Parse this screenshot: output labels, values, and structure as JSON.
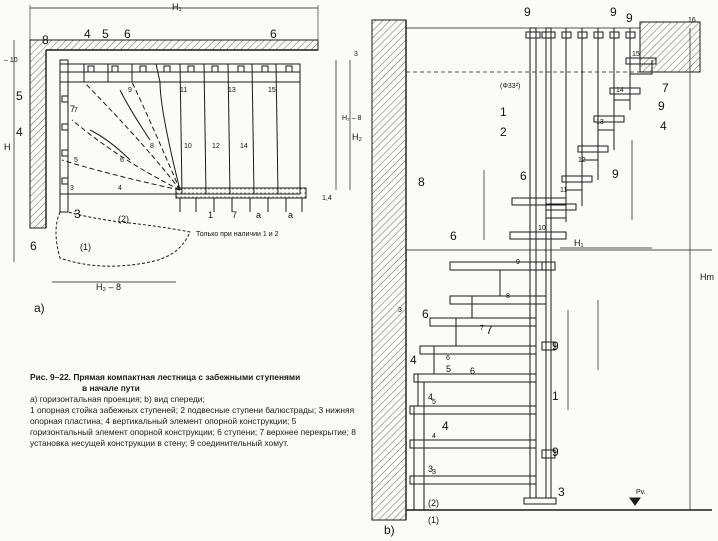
{
  "figure_a": {
    "label": "a)",
    "dims": {
      "top": "H₁",
      "bottom": "H₂ – 8",
      "left": "H",
      "right": "H₂ – 8",
      "right2": "H₂",
      "minus10": "– 10",
      "three": "3",
      "fourteen": "1,4"
    },
    "numbers": {
      "n8": "8",
      "n4": "4",
      "n5": "5",
      "n6a": "6",
      "n6b": "6",
      "n5b": "5",
      "n4b": "4",
      "n3": "3",
      "n6c": "6",
      "n1": "(1)",
      "n2": "(2)",
      "n7": "7"
    },
    "steps": [
      "9",
      "11",
      "13",
      "15",
      "8",
      "10",
      "12",
      "14",
      "7",
      "6",
      "5",
      "4",
      "3"
    ],
    "bottom_nums": [
      "1",
      "7",
      "a",
      "a"
    ],
    "note": "Только при наличии 1 и 2"
  },
  "figure_b": {
    "label": "b)",
    "dims": {
      "phi": "(Φ33²)",
      "h1": "H₁",
      "hm": "Hm",
      "sixteen": "16",
      "three": "3",
      "pv": "Pv."
    },
    "numbers": {
      "n9a": "9",
      "n9b": "9",
      "n1": "1",
      "n2": "2",
      "n6": "6",
      "n8": "8",
      "n6b": "6",
      "n9c": "9",
      "n7": "7",
      "n9d": "9",
      "n4": "4",
      "n7b": "7",
      "n9e": "9",
      "n6c": "6",
      "n5": "5",
      "n4b": "4",
      "n4c": "4",
      "n1b": "1",
      "n9f": "9",
      "n3": "3",
      "n2b": "(2)",
      "n1c": "(1)",
      "n6d": "6",
      "n3b": "3",
      "n4d": "4",
      "n9g": "9"
    },
    "steps": [
      "15",
      "14",
      "13",
      "12",
      "11",
      "10",
      "9",
      "8",
      "7",
      "6",
      "5",
      "4",
      "3"
    ]
  },
  "caption": {
    "title": "Рис. 9–22. Прямая компактная лестница с забежными ступенями",
    "title2": "в начале пути",
    "line1a": "а) горизонтальная проекция; ",
    "line1b": "b) вид спереди;",
    "line2": "1 опорная стойка забежных ступеней; 2 подвесные ступени балюстрады; 3 нижняя опорная пластина; 4 вертикальный элемент опорной конструкции; 5 горизонтальный элемент опорной конструкции; 6 ступени; 7 верхнее перекрытие; 8 установка несущей конструкции в стену; 9 соединительный хомут."
  }
}
